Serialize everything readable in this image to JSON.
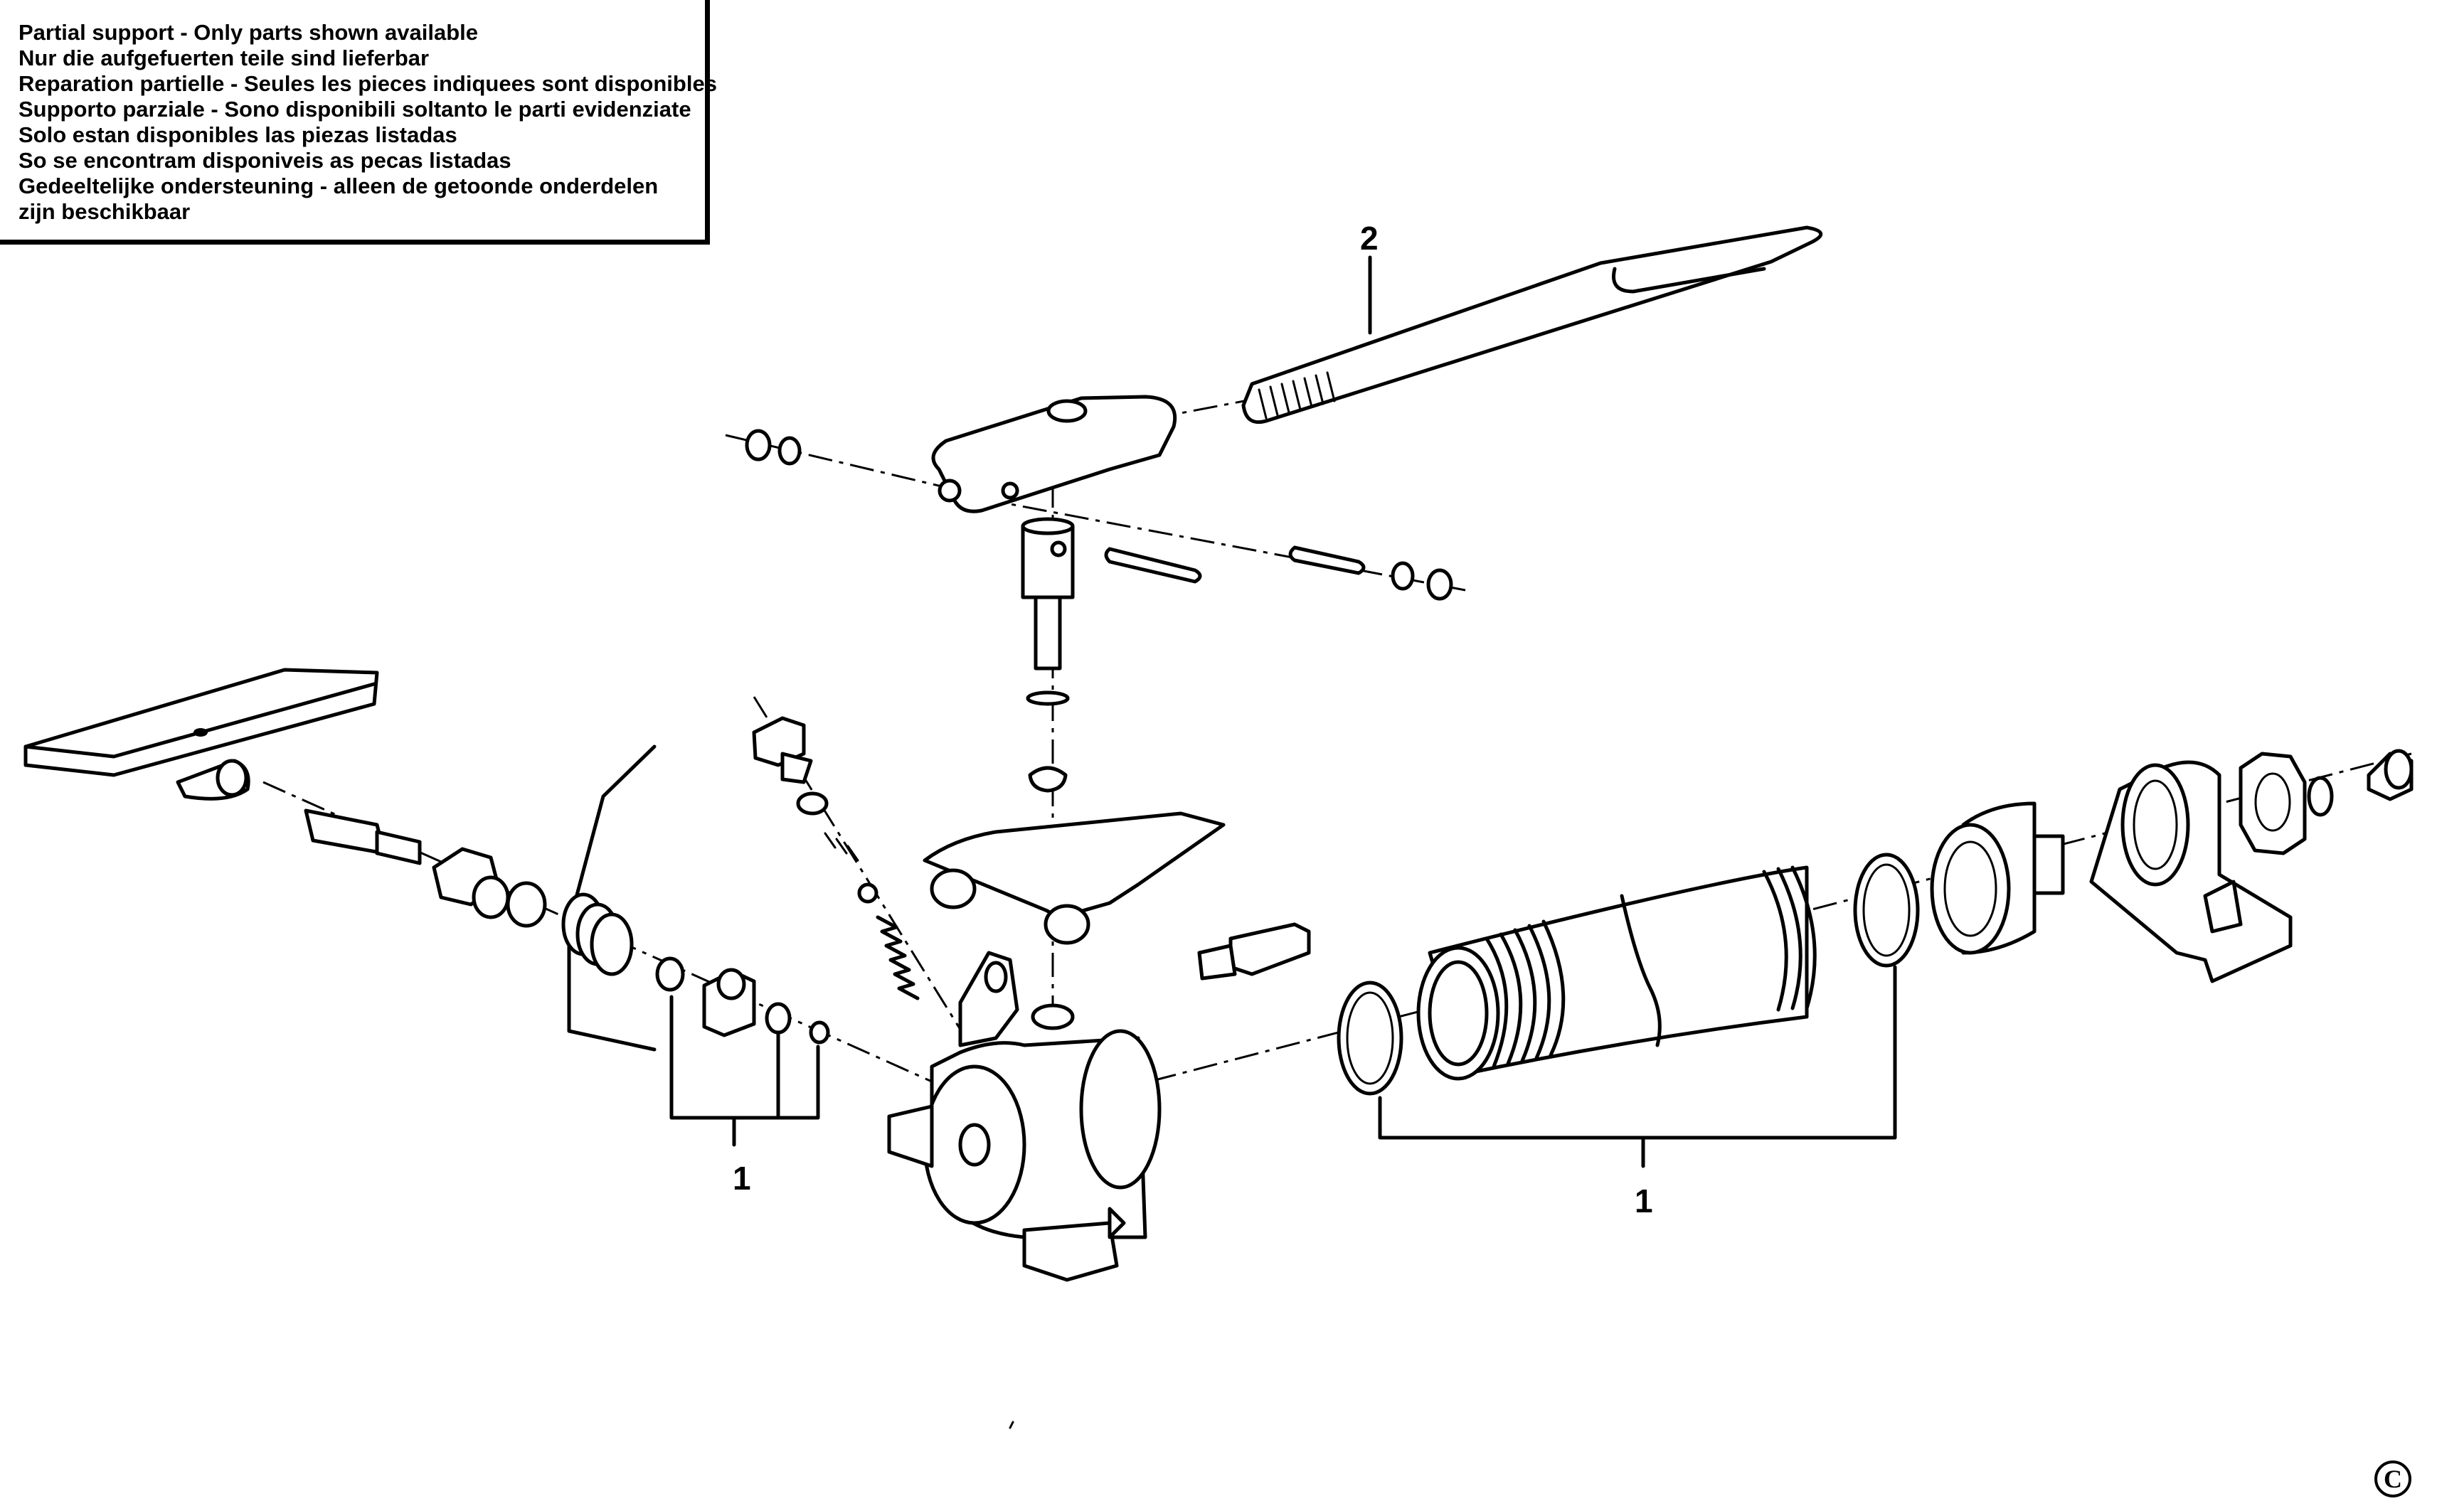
{
  "notice": {
    "lines": [
      "Partial support - Only parts shown available",
      "Nur die aufgefuerten teile sind lieferbar",
      "Reparation partielle - Seules les pieces indiquees sont disponibles",
      "Supporto parziale - Sono disponibili soltanto le parti evidenziate",
      "Solo estan disponibles las piezas listadas",
      "So se encontram disponiveis as pecas listadas",
      "Gedeeltelijke ondersteuning - alleen de getoonde onderdelen",
      "zijn beschikbaar"
    ]
  },
  "callouts": {
    "handle": "2",
    "seal_kit_left": "1",
    "seal_kit_right": "1"
  },
  "copyright_symbol": "C"
}
